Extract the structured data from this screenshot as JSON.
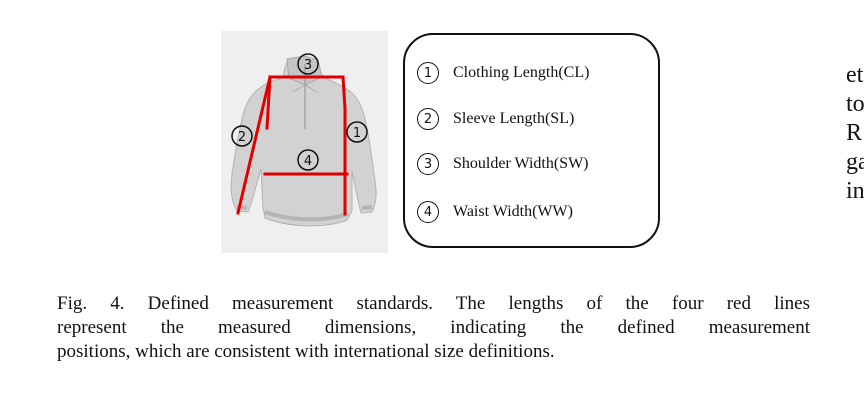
{
  "figure": {
    "markers": {
      "cl": "1",
      "sl": "2",
      "sw": "3",
      "ww": "4"
    },
    "line_color": "#e00000",
    "icon": "sweatshirt-with-measurement-lines"
  },
  "legend": {
    "items": [
      {
        "number": "1",
        "label": "Clothing Length(CL)"
      },
      {
        "number": "2",
        "label": "Sleeve Length(SL)"
      },
      {
        "number": "3",
        "label": "Shoulder Width(SW)"
      },
      {
        "number": "4",
        "label": "Waist Width(WW)"
      }
    ]
  },
  "body_text_fragments": [
    "et",
    "to",
    "R",
    "ga",
    "in"
  ],
  "caption": {
    "lines": [
      "Fig. 4.  Defined measurement standards. The lengths of the four red lines",
      "represent the measured dimensions, indicating the defined measurement",
      "positions, which are consistent with international size definitions."
    ]
  }
}
